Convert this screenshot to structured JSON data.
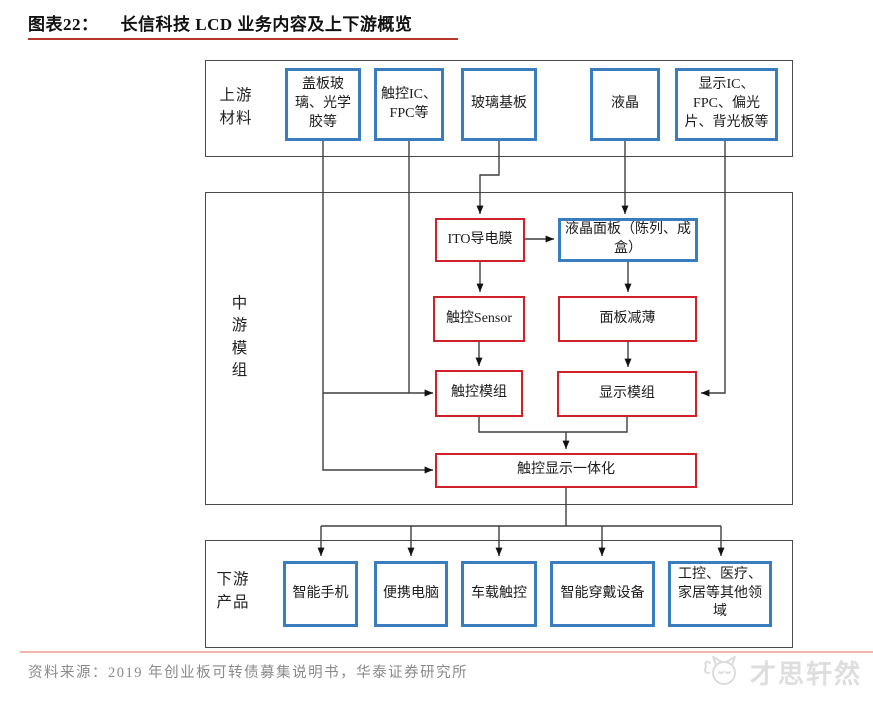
{
  "page": {
    "title_label": "图表22：",
    "title_text": "长信科技 LCD 业务内容及上下游概览",
    "source_text": "资料来源：2019 年创业板可转债募集说明书，华泰证券研究所",
    "watermark_text": "才思轩然"
  },
  "diagram": {
    "upstream": {
      "label": "上游材料",
      "items": [
        {
          "label": "盖板玻璃、光学胶等",
          "border": "blue"
        },
        {
          "label": "触控IC、FPC等",
          "border": "blue"
        },
        {
          "label": "玻璃基板",
          "border": "blue"
        },
        {
          "label": "液晶",
          "border": "blue"
        },
        {
          "label": "显示IC、FPC、偏光片、背光板等",
          "border": "blue"
        }
      ]
    },
    "midstream": {
      "label": "中游模组",
      "items": [
        {
          "label": "ITO导电膜",
          "border": "red"
        },
        {
          "label": "液晶面板（陈列、成盒）",
          "border": "blue"
        },
        {
          "label": "触控Sensor",
          "border": "red"
        },
        {
          "label": "面板减薄",
          "border": "red"
        },
        {
          "label": "触控模组",
          "border": "red"
        },
        {
          "label": "显示模组",
          "border": "red"
        },
        {
          "label": "触控显示一体化",
          "border": "red"
        }
      ]
    },
    "downstream": {
      "label": "下游产品",
      "items": [
        {
          "label": "智能手机",
          "border": "blue"
        },
        {
          "label": "便携电脑",
          "border": "blue"
        },
        {
          "label": "车载触控",
          "border": "blue"
        },
        {
          "label": "智能穿戴设备",
          "border": "blue"
        },
        {
          "label": "工控、医疗、家居等其他领域",
          "border": "blue"
        }
      ]
    },
    "connections": [
      {
        "from": "盖板玻璃、光学胶等",
        "to": "触控模组"
      },
      {
        "from": "盖板玻璃、光学胶等",
        "to": "触控显示一体化"
      },
      {
        "from": "触控IC、FPC等",
        "to": "触控模组"
      },
      {
        "from": "玻璃基板",
        "to": "ITO导电膜"
      },
      {
        "from": "液晶",
        "to": "液晶面板（陈列、成盒）"
      },
      {
        "from": "显示IC、FPC、偏光片、背光板等",
        "to": "显示模组"
      },
      {
        "from": "ITO导电膜",
        "to": "液晶面板（陈列、成盒）"
      },
      {
        "from": "ITO导电膜",
        "to": "触控Sensor"
      },
      {
        "from": "液晶面板（陈列、成盒）",
        "to": "面板减薄"
      },
      {
        "from": "触控Sensor",
        "to": "触控模组"
      },
      {
        "from": "面板减薄",
        "to": "显示模组"
      },
      {
        "from": "触控模组",
        "to": "触控显示一体化"
      },
      {
        "from": "显示模组",
        "to": "触控显示一体化"
      },
      {
        "from": "触控显示一体化",
        "to": "智能手机"
      },
      {
        "from": "触控显示一体化",
        "to": "便携电脑"
      },
      {
        "from": "触控显示一体化",
        "to": "车载触控"
      },
      {
        "from": "触控显示一体化",
        "to": "智能穿戴设备"
      },
      {
        "from": "触控显示一体化",
        "to": "工控、医疗、家居等其他领域"
      }
    ],
    "colors": {
      "blue_border": "#3a7dbf",
      "red_border": "#cf2127",
      "line": "#3f3f3f",
      "title_rule_red": "#b5362b",
      "divider_pink": "#f0b6ad",
      "source_gray": "#8a8a8a",
      "watermark_gray": "#dedede"
    }
  }
}
